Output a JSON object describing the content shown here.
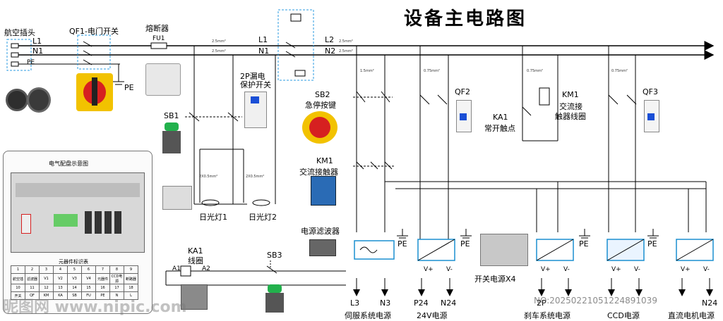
{
  "title": "设备主电路图",
  "labels": {
    "aviation_plug": "航空插头",
    "qf1": "QF1-电门开关",
    "fuse": "熔断器",
    "fu1": "FU1",
    "pe_left": "PE",
    "l1": "L1",
    "n1": "N1",
    "pe_small": "PE",
    "l1_mid": "L1",
    "n1_mid": "N1",
    "l2": "L2",
    "n2": "N2",
    "leak_protect_line1": "2P漏电",
    "leak_protect_line2": "保护开关",
    "sb1": "SB1",
    "sb2": "SB2",
    "sb2_desc": "急停按键",
    "km1_contactor_code": "KM1",
    "km1_contactor_desc": "交流接触器",
    "filter": "电源滤波器",
    "lamp1": "日光灯1",
    "lamp2": "日光灯2",
    "qf2": "QF2",
    "ka1": "KA1",
    "ka1_desc": "常开触点",
    "km1_coil_code": "KM1",
    "km1_coil_line1": "交流接",
    "km1_coil_line2": "触器线圈",
    "qf3": "QF3",
    "ka1_bottom": "KA1",
    "ka1_bottom_desc": "线圈",
    "sb3": "SB3",
    "psu_x4": "开关电源X4",
    "out_l3": "L3",
    "out_n3": "N3",
    "out_servo": "伺服系统电源",
    "out_p24": "P24",
    "out_n24": "N24",
    "out_24v": "24V电源",
    "out_2p": "2P",
    "out_brake": "刹车系统电源",
    "out_ccd": "CCD电源",
    "out_dc_motor": "直流电机电源",
    "out_n24_right": "N24",
    "pe_servo": "PE",
    "pe_24v": "PE",
    "pe_brake": "PE",
    "pe_ccd": "PE",
    "wire_spec": "2.5mm²",
    "wire_spec_small": "0.75mm²",
    "wire_spec_15": "1.5mm²",
    "wire_spec_lamp": "2X0.5mm²",
    "a1": "A1",
    "a2": "A2",
    "vplus": "V+",
    "vminus": "V-"
  },
  "panel": {
    "title": "电气配盘示意图",
    "table_title": "元器件标识表",
    "row1": [
      "1",
      "2",
      "3",
      "4",
      "5",
      "6",
      "7",
      "8",
      "9"
    ],
    "row2": [
      "航空插",
      "滤波器",
      "V1",
      "V2",
      "V3",
      "V4",
      "元器件",
      "CCD电源",
      "断路器"
    ],
    "row3": [
      "10",
      "11",
      "12",
      "13",
      "14",
      "15",
      "16",
      "17",
      "18"
    ],
    "row4": [
      "开关",
      "QF",
      "KM",
      "KA",
      "SB",
      "FU",
      "PE",
      "N",
      "L"
    ]
  },
  "watermark": "昵图网 www.nipic.com",
  "watermark_id": "NO:20250221051224891039",
  "colors": {
    "wire": "#000000",
    "breaker_handle": "#1a4fd6",
    "estop_red": "#d62020",
    "estop_yellow": "#f2c200",
    "dashed_blue": "#2b9be0",
    "psu_border": "#1a8fd0"
  }
}
